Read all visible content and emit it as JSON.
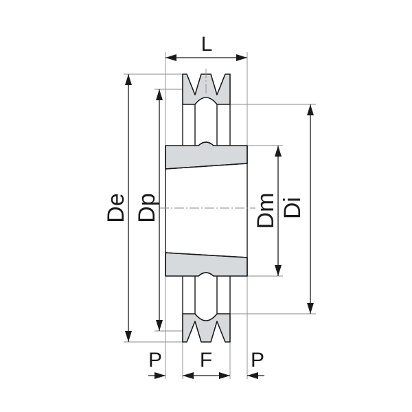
{
  "diagram": {
    "labels": {
      "L": "L",
      "De": "De",
      "Dp": "Dp",
      "Dm": "Dm",
      "Di": "Di",
      "P_left": "P",
      "F": "F",
      "P_right": "P"
    },
    "colors": {
      "section_fill": "#d6dadd",
      "line": "#1a1a1a",
      "extension_line": "#8a8a8a"
    }
  }
}
